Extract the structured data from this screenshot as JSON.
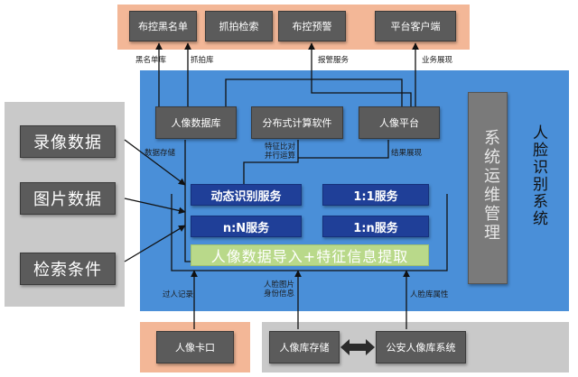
{
  "top_boxes": [
    "布控黑名单",
    "抓拍检索",
    "布控预警",
    "平台客户端"
  ],
  "top_labels": [
    "黑名单库",
    "抓拍库",
    "报警服务",
    "业务展现"
  ],
  "inner_boxes": [
    "人像数据库",
    "分布式计算软件",
    "人像平台"
  ],
  "inner_labels": {
    "data_storage": "数据存储",
    "parallel_ops": "特征比对\n并行运算",
    "result_display": "结果展现"
  },
  "core_boxes": [
    "动态识别服务",
    "1:1服务",
    "n:N服务",
    "1:n服务"
  ],
  "bar": "人像数据导入+特征信息提取",
  "ops_label": "系统运维管理",
  "system_label": "人脸识别系统",
  "left_boxes": [
    "录像数据",
    "图片数据",
    "检索条件"
  ],
  "bottom_labels": [
    "过人记录",
    "人脸图片\n身份信息",
    "人脸库属性"
  ],
  "bottom_boxes": [
    "人像卡口",
    "人像库存储",
    "公安人像库系统"
  ],
  "colors": {
    "blue_panel": "#4a8fd8",
    "peach_panel": "#f3b797",
    "gray_panel": "#c9c9c9",
    "box": "#5b5b5b",
    "core_box": "#1f3f98",
    "bar": "#b9d98a"
  }
}
